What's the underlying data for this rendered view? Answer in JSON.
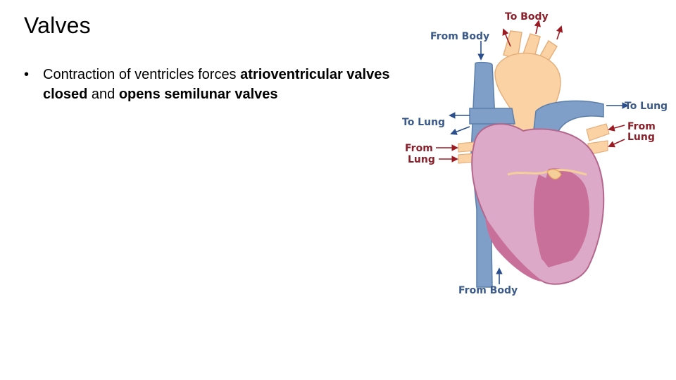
{
  "slide": {
    "title": "Valves",
    "bullet": {
      "marker": "•",
      "text_1": "Contraction of ventricles forces ",
      "bold_1": "atrioventricular valves closed",
      "text_2": " and ",
      "bold_2": "opens semilunar valves"
    }
  },
  "diagram": {
    "labels": {
      "to_body": "To Body",
      "from_body_top": "From Body",
      "to_lung_right": "To Lung",
      "from_lung_right_1": "From",
      "from_lung_right_2": "Lung",
      "to_lung_left": "To Lung",
      "from_lung_left_1": "From",
      "from_lung_left_2": "Lung",
      "from_body_bottom": "From Body"
    },
    "colors": {
      "vein_blue": "#7f9fc8",
      "artery_peach": "#fbd2a4",
      "heart_pink": "#dcaac8",
      "muscle_dark": "#c8709a",
      "arrow_blue": "#2a4f8c",
      "arrow_red": "#9c1a22"
    }
  }
}
